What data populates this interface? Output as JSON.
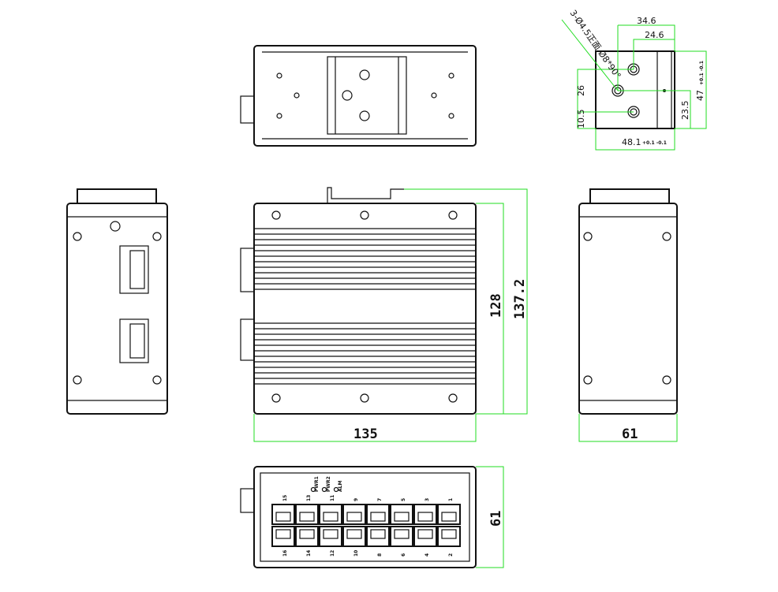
{
  "drawing": {
    "front_dims": {
      "width": "135",
      "height_body": "128",
      "height_total": "137.2"
    },
    "side_dims": {
      "depth": "61"
    },
    "bottom_dims": {
      "depth": "61"
    },
    "detail": {
      "note": "3-Ø4.5正面 Ø8*90°",
      "dim_a": "34.6",
      "dim_b": "24.6",
      "dim_c": "26",
      "dim_d": "10.5",
      "dim_e": "23.5",
      "dim_f": "47",
      "dim_f_tol": "+0.1 -0.1",
      "dim_g": "48.1",
      "dim_g_tol": "+0.1 -0.1"
    },
    "ports": {
      "top_labels": [
        "15",
        "13",
        "11",
        "9",
        "7",
        "5",
        "3",
        "1"
      ],
      "bottom_labels": [
        "16",
        "14",
        "12",
        "10",
        "8",
        "6",
        "4",
        "2"
      ],
      "leds": [
        "PWR1",
        "PWR2",
        "ALM"
      ]
    }
  }
}
